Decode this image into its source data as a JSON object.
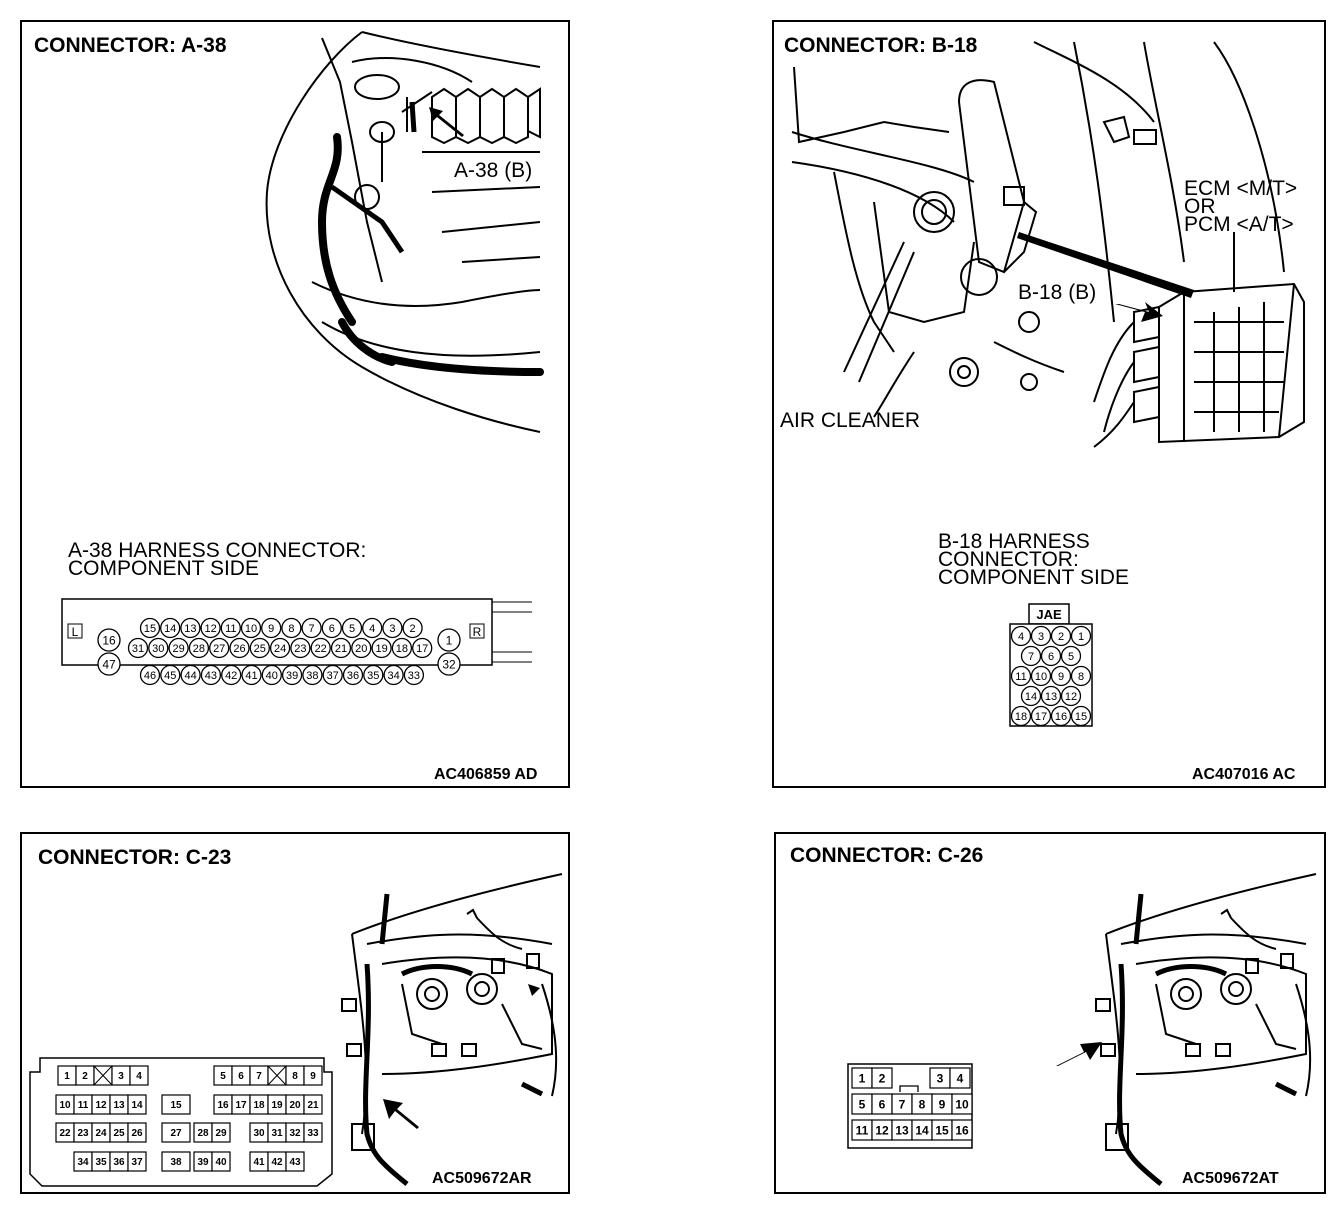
{
  "panels": {
    "a38": {
      "title": "CONNECTOR: A-38",
      "code": "AC406859 AD",
      "callout": "A-38 (B)",
      "harness_line1": "A-38 HARNESS CONNECTOR:",
      "harness_line2": "COMPONENT SIDE",
      "side_left": "L",
      "side_right": "R",
      "row1": [
        "15",
        "14",
        "13",
        "12",
        "11",
        "10",
        "9",
        "8",
        "7",
        "6",
        "5",
        "4",
        "3",
        "2"
      ],
      "row2": [
        "31",
        "30",
        "29",
        "28",
        "27",
        "26",
        "25",
        "24",
        "23",
        "22",
        "21",
        "20",
        "19",
        "18",
        "17"
      ],
      "row3": [
        "46",
        "45",
        "44",
        "43",
        "42",
        "41",
        "40",
        "39",
        "38",
        "37",
        "36",
        "35",
        "34",
        "33"
      ],
      "left_pins": [
        "16",
        "47"
      ],
      "right_pins": [
        "1",
        "32"
      ]
    },
    "b18": {
      "title": "CONNECTOR: B-18",
      "code": "AC407016 AC",
      "ecm_line1": "ECM <M/T>",
      "ecm_line2": "OR",
      "ecm_line3": "PCM <A/T>",
      "callout": "B-18 (B)",
      "air_cleaner": "AIR CLEANER",
      "harness_line1": "B-18 HARNESS",
      "harness_line2": "CONNECTOR:",
      "harness_line3": "COMPONENT SIDE",
      "maker": "JAE",
      "rows": [
        [
          "4",
          "3",
          "2",
          "1"
        ],
        [
          "7",
          "6",
          "5"
        ],
        [
          "11",
          "10",
          "9",
          "8"
        ],
        [
          "14",
          "13",
          "12"
        ],
        [
          "18",
          "17",
          "16",
          "15"
        ]
      ]
    },
    "c23": {
      "title": "CONNECTOR: C-23",
      "code": "AC509672AR",
      "row1": [
        "1",
        "2",
        "",
        "3",
        "4",
        "5",
        "6",
        "7",
        "",
        "8",
        "9"
      ],
      "row2": [
        "10",
        "11",
        "12",
        "13",
        "14",
        "15",
        "16",
        "17",
        "18",
        "19",
        "20",
        "21"
      ],
      "row3": [
        "22",
        "23",
        "24",
        "25",
        "26",
        "27",
        "28",
        "29",
        "30",
        "31",
        "32",
        "33"
      ],
      "row4": [
        "34",
        "35",
        "36",
        "37",
        "38",
        "39",
        "40",
        "41",
        "42",
        "43"
      ]
    },
    "c26": {
      "title": "CONNECTOR: C-26",
      "code": "AC509672AT",
      "row1": [
        "1",
        "2",
        "3",
        "4"
      ],
      "row2": [
        "5",
        "6",
        "7",
        "8",
        "9",
        "10"
      ],
      "row3": [
        "11",
        "12",
        "13",
        "14",
        "15",
        "16"
      ]
    }
  }
}
